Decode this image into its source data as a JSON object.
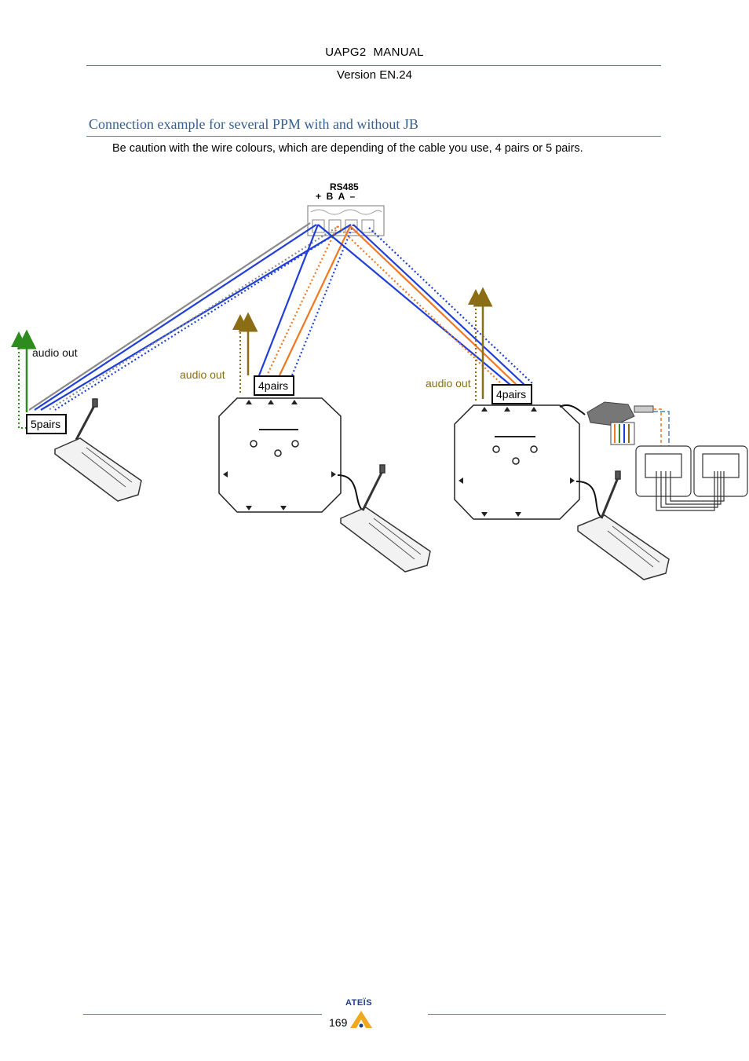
{
  "header": {
    "title": "UAPG2  MANUAL",
    "version": "Version EN.24"
  },
  "section": {
    "title": "Connection example for several PPM with and without JB",
    "caution": "Be caution with the wire colours, which are depending of the cable you use, 4 pairs or 5 pairs."
  },
  "diagram": {
    "terminal_title": "RS485",
    "terminal_pins": "+  B  A  –",
    "left_audio_label": "audio out",
    "mid_audio_label": "audio out",
    "right_audio_label": "audio out",
    "left_cable_label": "5pairs",
    "mid_cable_label": "4pairs",
    "right_cable_label": "4pairs",
    "colors": {
      "blue": "#1f3fd6",
      "orange": "#f07820",
      "gray": "#8a8a8a",
      "green": "#2e8b1e",
      "olive": "#8a6d14"
    }
  },
  "footer": {
    "page_number": "169",
    "brand": "ATEÏS"
  }
}
